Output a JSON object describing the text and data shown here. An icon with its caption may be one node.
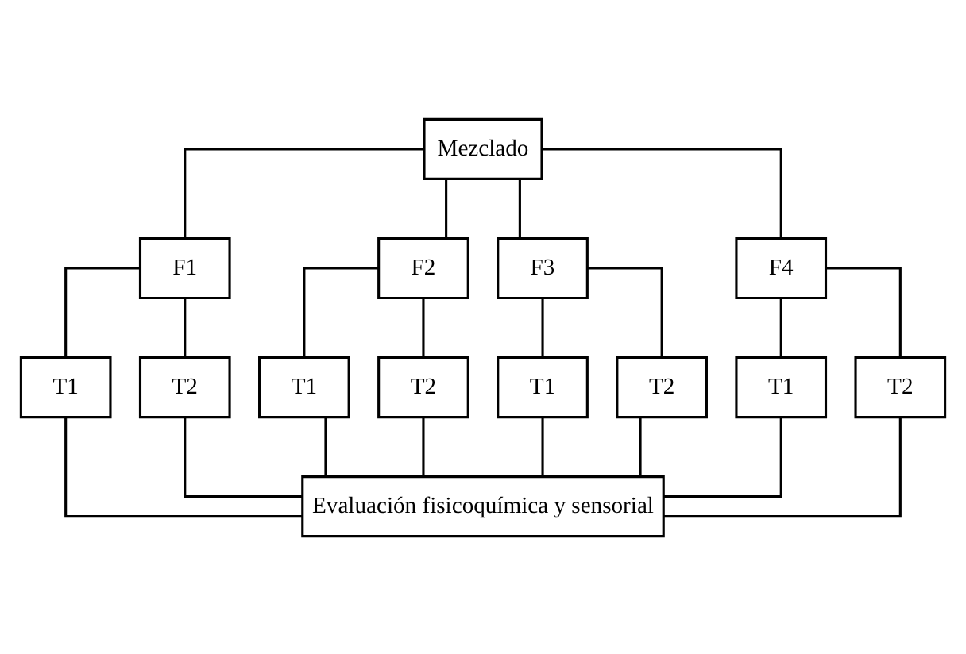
{
  "diagram": {
    "nodes": [
      {
        "text": [
          "Mezclado"
        ]
      },
      {
        "text": [
          "F1"
        ]
      },
      {
        "text": [
          "F2"
        ]
      },
      {
        "text": [
          "F3"
        ]
      },
      {
        "text": [
          "F4"
        ]
      },
      {
        "text": [
          "T1"
        ]
      },
      {
        "text": [
          "T2"
        ]
      },
      {
        "text": [
          "T1"
        ]
      },
      {
        "text": [
          "T2"
        ]
      },
      {
        "text": [
          "T1"
        ]
      },
      {
        "text": [
          "T2"
        ]
      },
      {
        "text": [
          "T1"
        ]
      },
      {
        "text": [
          "T2"
        ]
      },
      {
        "text": [
          "Evaluación fisicoquímica y sensorial"
        ]
      }
    ],
    "edges": [
      {
        "from": 0,
        "to": 1,
        "arrow": "none"
      },
      {
        "from": 0,
        "to": 2,
        "arrow": "none"
      },
      {
        "from": 0,
        "to": 3,
        "arrow": "none"
      },
      {
        "from": 0,
        "to": 4,
        "arrow": "none"
      },
      {
        "from": 1,
        "to": 5,
        "arrow": "none"
      },
      {
        "from": 1,
        "to": 6,
        "arrow": "none"
      },
      {
        "from": 2,
        "to": 7,
        "arrow": "none"
      },
      {
        "from": 2,
        "to": 8,
        "arrow": "none"
      },
      {
        "from": 3,
        "to": 9,
        "arrow": "none"
      },
      {
        "from": 3,
        "to": 10,
        "arrow": "none"
      },
      {
        "from": 4,
        "to": 11,
        "arrow": "none"
      },
      {
        "from": 4,
        "to": 12,
        "arrow": "none"
      },
      {
        "from": 5,
        "to": 13,
        "arrow": "none"
      },
      {
        "from": 6,
        "to": 13,
        "arrow": "none"
      },
      {
        "from": 7,
        "to": 13,
        "arrow": "none"
      },
      {
        "from": 8,
        "to": 13,
        "arrow": "none"
      },
      {
        "from": 9,
        "to": 13,
        "arrow": "none"
      },
      {
        "from": 10,
        "to": 13,
        "arrow": "none"
      },
      {
        "from": 11,
        "to": 13,
        "arrow": "none"
      },
      {
        "from": 12,
        "to": 13,
        "arrow": "none"
      }
    ]
  }
}
